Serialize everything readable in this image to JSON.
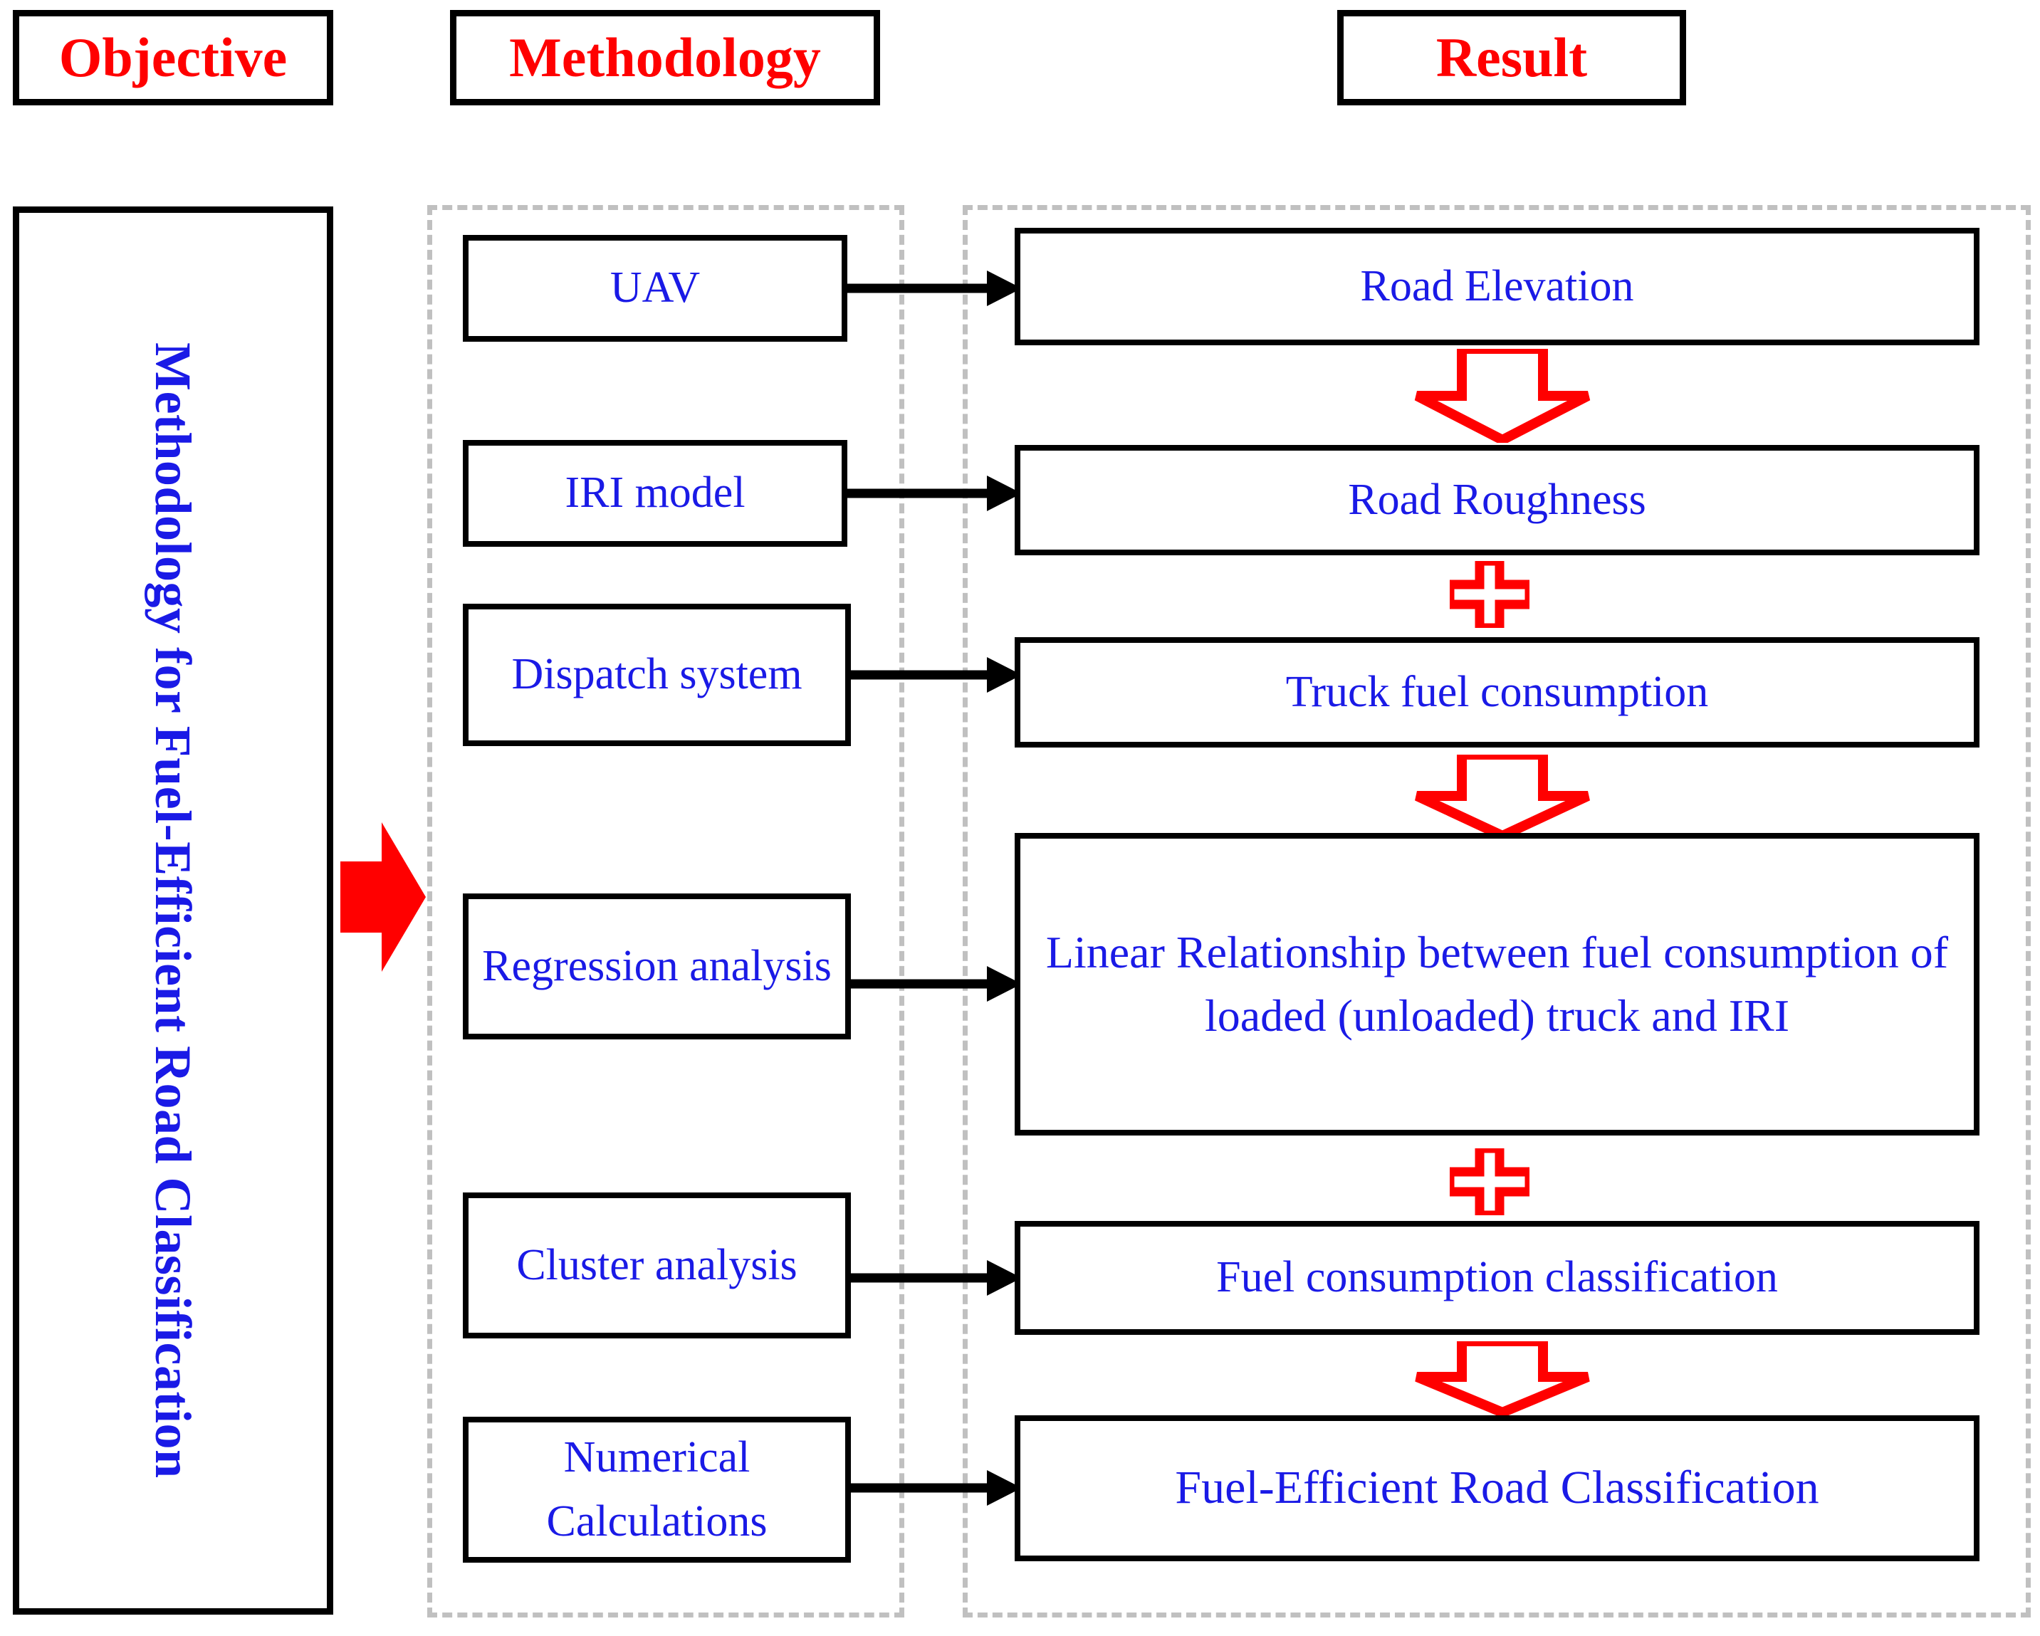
{
  "colors": {
    "header_text": "#ff0000",
    "node_text": "#1a1ae6",
    "node_border": "#000000",
    "group_border": "#c0c0c0",
    "arrow_red": "#ff0000",
    "arrow_black": "#000000",
    "background": "#ffffff"
  },
  "headers": {
    "objective": "Objective",
    "methodology": "Methodology",
    "result": "Result"
  },
  "objective": {
    "label": "Methodology for Fuel-Efficient Road Classification"
  },
  "methodology": {
    "nodes": [
      {
        "id": "uav",
        "label": "UAV"
      },
      {
        "id": "iri",
        "label": "IRI model"
      },
      {
        "id": "dispatch",
        "label": "Dispatch system"
      },
      {
        "id": "regression",
        "label": "Regression analysis"
      },
      {
        "id": "cluster",
        "label": "Cluster analysis"
      },
      {
        "id": "numerical",
        "label": "Numerical Calculations"
      }
    ]
  },
  "result": {
    "nodes": [
      {
        "id": "elevation",
        "label": "Road Elevation"
      },
      {
        "id": "roughness",
        "label": "Road Roughness"
      },
      {
        "id": "truckfuel",
        "label": "Truck fuel consumption"
      },
      {
        "id": "linear",
        "label": "Linear Relationship between fuel consumption of loaded (unloaded) truck and IRI"
      },
      {
        "id": "fuelclass",
        "label": "Fuel consumption classification"
      },
      {
        "id": "feroad",
        "label": "Fuel-Efficient Road Classification"
      }
    ]
  },
  "connectors": {
    "objective_to_methodology": "red-right-arrow",
    "methodology_to_result": [
      "uav-to-elevation",
      "iri-to-roughness",
      "dispatch-to-truckfuel",
      "regression-to-linear",
      "cluster-to-fuelclass",
      "numerical-to-feroad"
    ],
    "result_chain": [
      {
        "from": "elevation",
        "to": "roughness",
        "symbol": "down-arrow"
      },
      {
        "from": "roughness",
        "to": "truckfuel",
        "symbol": "plus"
      },
      {
        "from": "truckfuel",
        "to": "linear",
        "symbol": "down-arrow"
      },
      {
        "from": "linear",
        "to": "fuelclass",
        "symbol": "plus"
      },
      {
        "from": "fuelclass",
        "to": "feroad",
        "symbol": "down-arrow"
      }
    ]
  }
}
